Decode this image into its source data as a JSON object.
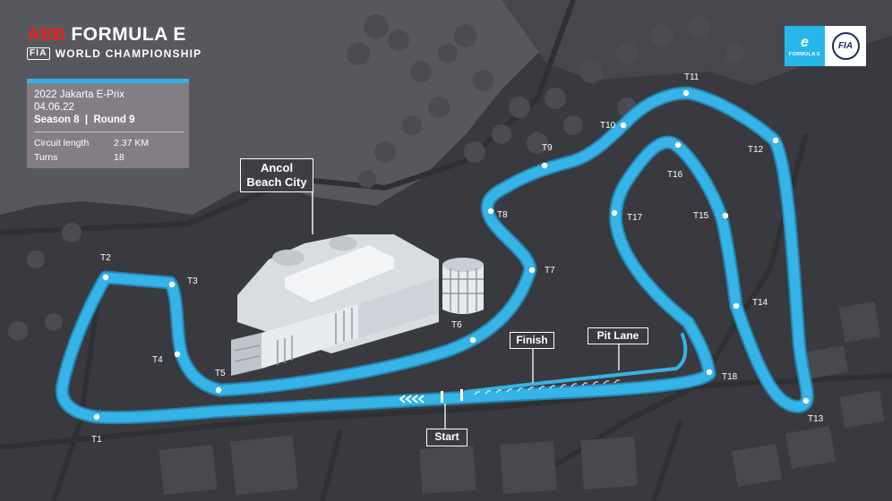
{
  "brand": {
    "abb": "ABB",
    "series": "FORMULA E",
    "fia_badge": "FIA",
    "championship": "WORLD CHAMPIONSHIP"
  },
  "info": {
    "event": "2022 Jakarta E-Prix",
    "date": "04.06.22",
    "season_round": "Season 8  |  Round 9",
    "circuit_length_label": "Circuit length",
    "circuit_length_value": "2.37 KM",
    "turns_label": "Turns",
    "turns_value": "18"
  },
  "logos": {
    "fe_mark": "e",
    "fe_text": "FORMULA E",
    "fia_text": "FIA"
  },
  "landmark": {
    "line1": "Ancol",
    "line2": "Beach City"
  },
  "callouts": {
    "finish": "Finish",
    "pit_lane": "Pit Lane",
    "start": "Start"
  },
  "turns": [
    "T1",
    "T2",
    "T3",
    "T4",
    "T5",
    "T6",
    "T7",
    "T8",
    "T9",
    "T10",
    "T11",
    "T12",
    "T13",
    "T14",
    "T15",
    "T16",
    "T17",
    "T18"
  ],
  "colors": {
    "track": "#34b2e6",
    "track_edge": "#2a95c4",
    "land": "#3a3b40",
    "water": "#55565c",
    "accent_abb": "#e2231a"
  }
}
